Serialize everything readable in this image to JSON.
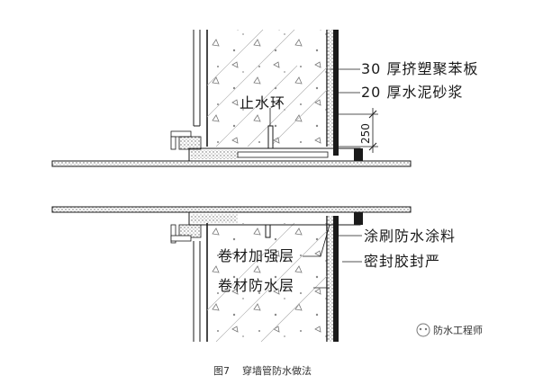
{
  "labels": {
    "xps_board": "30 厚挤塑聚苯板",
    "cement_mortar": "20 厚水泥砂浆",
    "water_stop_ring": "止水环",
    "dimension_250": "250",
    "waterproof_coating": "涂刷防水涂料",
    "sealant": "密封胶封严",
    "reinforce_layer": "卷材加强层",
    "membrane_layer": "卷材防水层"
  },
  "caption": "图7    穿墙管防水做法",
  "watermark": "防水工程师",
  "colors": {
    "line": "#1a1a1a",
    "hatch": "#6b6b6b",
    "wall_fill": "#ffffff"
  }
}
